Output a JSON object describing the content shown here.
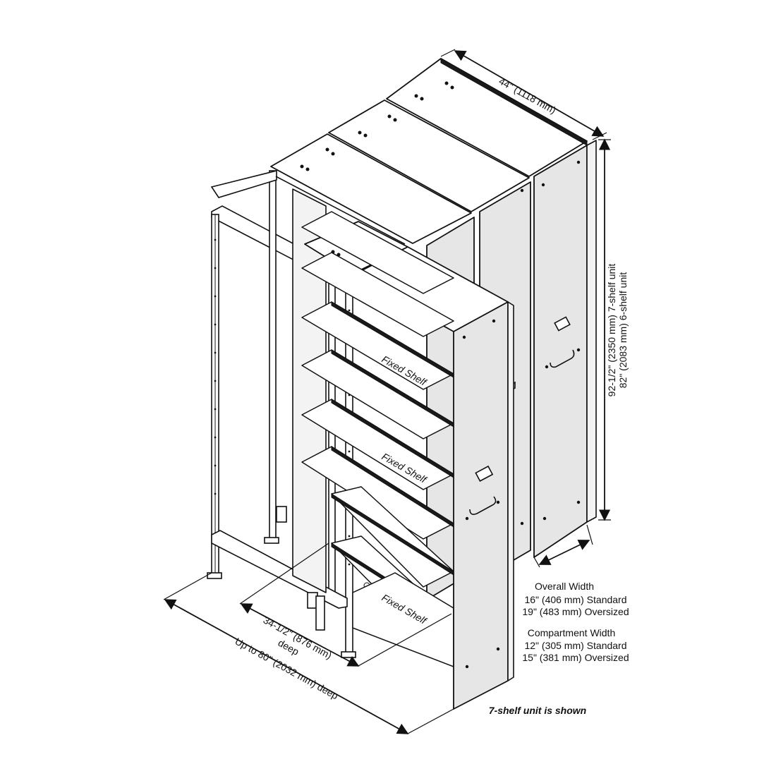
{
  "dimensions": {
    "width_top": "44\" (1118 mm)",
    "height_7shelf": "92-1/2\" (2350 mm) 7-shelf unit",
    "height_6shelf": "82\" (2083 mm) 6-shelf unit",
    "depth_inner_1": "34-1/2\" (876 mm)",
    "depth_inner_2": "deep",
    "depth_outer": "Up to 80\" (2032 mm) deep"
  },
  "overall_width": {
    "title": "Overall Width",
    "standard": "16\" (406 mm) Standard",
    "oversized": "19\" (483 mm) Oversized"
  },
  "compartment_width": {
    "title": "Compartment Width",
    "standard": "12\" (305 mm) Standard",
    "oversized": "15\" (381 mm) Oversized"
  },
  "shelf_labels": [
    "Fixed Shelf",
    "Fixed Shelf",
    "Fixed Shelf"
  ],
  "caption": "7-shelf unit is shown"
}
